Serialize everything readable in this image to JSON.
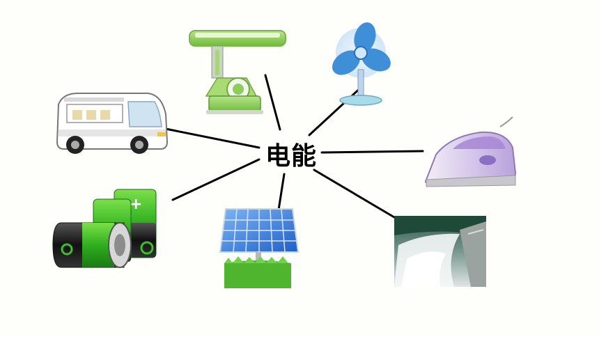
{
  "center": {
    "label": "电能"
  },
  "nodes": [
    {
      "id": "desk-lamp",
      "icon": "desk-lamp-icon"
    },
    {
      "id": "electric-fan",
      "icon": "electric-fan-icon"
    },
    {
      "id": "electric-shuttle-bus",
      "icon": "electric-bus-icon"
    },
    {
      "id": "electric-iron",
      "icon": "electric-iron-icon"
    },
    {
      "id": "batteries",
      "icon": "battery-icon"
    },
    {
      "id": "solar-panel",
      "icon": "solar-panel-icon"
    },
    {
      "id": "hydroelectric-dam",
      "icon": "dam-icon"
    }
  ],
  "colors": {
    "line": "#000000",
    "battery_green": "#3bbf2a",
    "lamp_green": "#9fd86a",
    "fan_blue": "#3f8fd8",
    "iron_purple": "#9b7cc8",
    "panel_blue": "#3a78d8",
    "grass_green": "#4fb52f",
    "water_teal": "#2f6f6a"
  }
}
